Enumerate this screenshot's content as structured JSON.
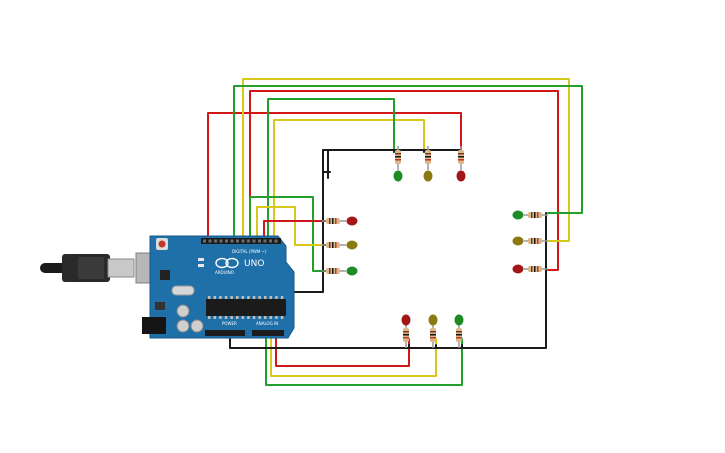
{
  "board": {
    "logo_text": "UNO",
    "brand_text": "ARDUINO",
    "digital_header_label": "DIGITAL (PWM ~)",
    "power_header_label": "POWER",
    "analog_header_label": "ANALOG IN"
  },
  "colors": {
    "red": "#d01818",
    "yellow": "#d8c81a",
    "green": "#22a02a",
    "black": "#1a1a1a",
    "board": "#1f6fa8",
    "led_red": "#a31616",
    "led_yellow": "#8a7a10",
    "led_green": "#1d8c25"
  },
  "traffic_lights": [
    {
      "name": "left",
      "orientation": "horizontal",
      "leds": [
        "red",
        "yellow",
        "green"
      ]
    },
    {
      "name": "top",
      "orientation": "vertical",
      "leds": [
        "green",
        "yellow",
        "red"
      ]
    },
    {
      "name": "right",
      "orientation": "horizontal",
      "leds": [
        "green",
        "yellow",
        "red"
      ]
    },
    {
      "name": "bottom",
      "orientation": "vertical",
      "leds": [
        "red",
        "yellow",
        "green"
      ]
    }
  ]
}
